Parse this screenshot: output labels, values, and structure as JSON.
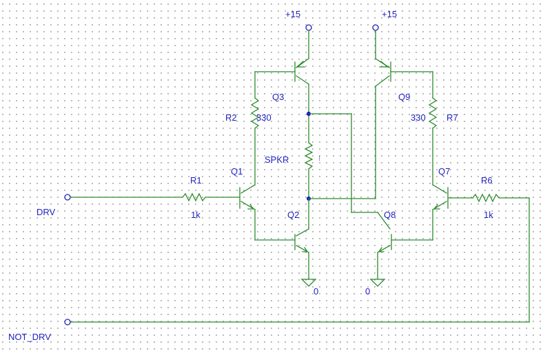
{
  "supply": {
    "q3_rail": "+15",
    "q9_rail": "+15"
  },
  "ground": {
    "left": "0",
    "right": "0"
  },
  "ports": {
    "drv": "DRV",
    "not_drv": "NOT_DRV"
  },
  "resistors": {
    "r1": {
      "name": "R1",
      "value": "1k"
    },
    "r2": {
      "name": "R2",
      "value": "330"
    },
    "r6": {
      "name": "R6",
      "value": "1k"
    },
    "r7": {
      "name": "R7",
      "value": "330"
    },
    "spkr": {
      "name": "SPKR"
    }
  },
  "transistors": {
    "q1": "Q1",
    "q2": "Q2",
    "q3": "Q3",
    "q7": "Q7",
    "q8": "Q8",
    "q9": "Q9"
  }
}
